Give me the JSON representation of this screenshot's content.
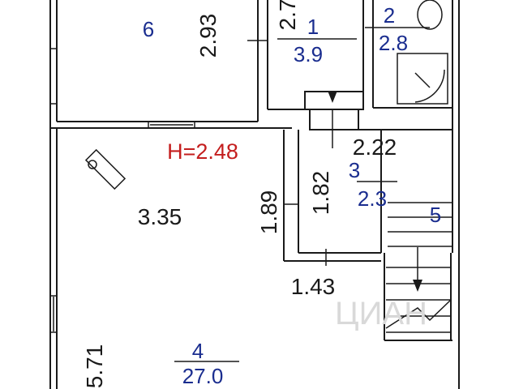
{
  "height_label": "H=2.48",
  "rooms": [
    {
      "number": "6",
      "area": ""
    },
    {
      "number": "1",
      "area": "3.9"
    },
    {
      "number": "2",
      "area": "2.8"
    },
    {
      "number": "3",
      "area": "2.3"
    },
    {
      "number": "4",
      "area": "27.0"
    },
    {
      "number": "5",
      "area": ""
    }
  ],
  "dimensions": {
    "room6_width": "2.93",
    "room1_width": "2.7",
    "room3_top": "2.22",
    "room3_side": "1.82",
    "hall_left": "1.89",
    "room4_small": "3.35",
    "hall_bottom": "1.43",
    "room4_side": "5.71"
  },
  "watermark": "ЦИАН",
  "colors": {
    "walls": "#1a1a1a",
    "room_labels": "#1a2d8f",
    "height_label": "#c41e1e",
    "watermark": "#d9d9d9"
  }
}
